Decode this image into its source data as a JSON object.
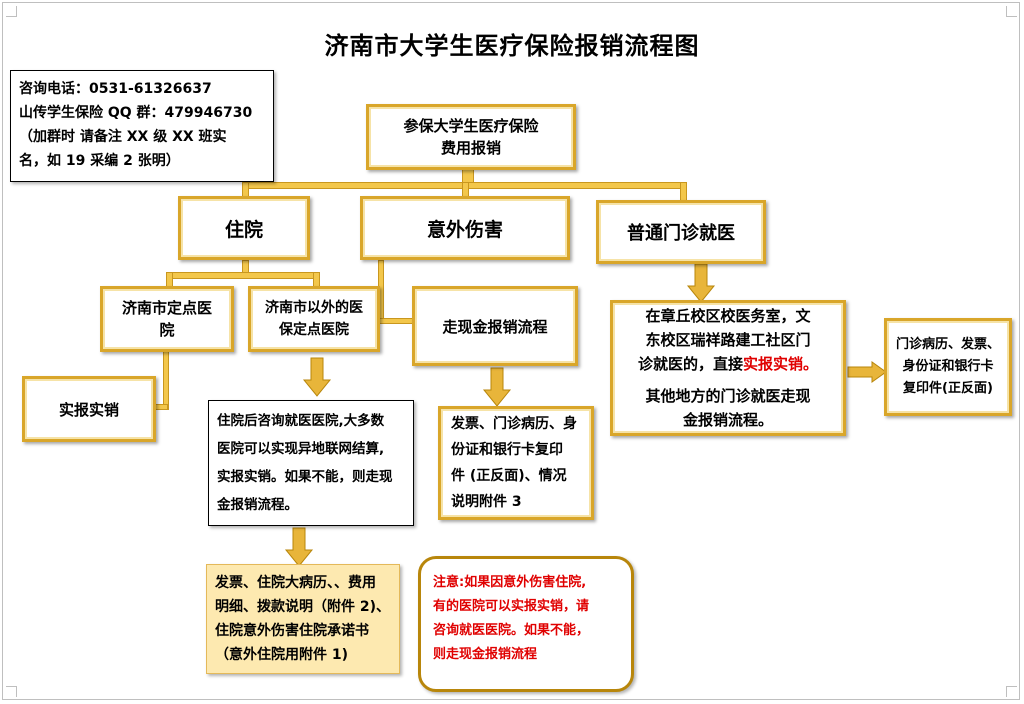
{
  "title": "济南市大学生医疗保险报销流程图",
  "contact": {
    "line1": "咨询电话：0531-61326637",
    "line2": "山传学生保险 QQ 群：479946730",
    "line3": "（加群时 请备注 XX 级 XX 班实",
    "line4": "名，如 19 采编 2 张明）"
  },
  "nodes": {
    "root_line1": "参保大学生医疗保险",
    "root_line2": "费用报销",
    "hospital": "住院",
    "accident": "意外伤害",
    "outpatient": "普通门诊就医",
    "jinan_line1": "济南市定点医",
    "jinan_line2": "院",
    "outside_line1": "济南市以外的医",
    "outside_line2": "保定点医院",
    "actual_reimburse": "实报实销",
    "cash_flow": "走现金报销流程",
    "campus_line1": "在章丘校区校医务室，文",
    "campus_line2": "东校区瑞祥路建工社区门",
    "campus_line3_a": "诊就医的，直接",
    "campus_line3_b": "实报实销。",
    "campus_line4": "其他地方的门诊就医走现",
    "campus_line5": "金报销流程。",
    "outpatient_docs_line1": "门诊病历、发票、",
    "outpatient_docs_line2": "身份证和银行卡",
    "outpatient_docs_line3": "复印件(正反面)",
    "consult_line1": "住院后咨询就医医院,大多数",
    "consult_line2": "医院可以实现异地联网结算,",
    "consult_line3": "实报实销。如果不能，则走现",
    "consult_line4": "金报销流程。",
    "accident_docs_line1": "发票、门诊病历、身",
    "accident_docs_line2": "份证和银行卡复印",
    "accident_docs_line3": "件 (正反面)、情况",
    "accident_docs_line4": "说明附件 3",
    "hospital_docs_line1": "发票、住院大病历、、费用",
    "hospital_docs_line2": "明细、拨款说明（附件 2)、",
    "hospital_docs_line3": "住院意外伤害住院承诺书",
    "hospital_docs_line4": "（意外住院用附件 1)",
    "note_line1": "注意:如果因意外伤害住院,",
    "note_line2": "有的医院可以实报实销，请",
    "note_line3": "咨询就医医院。如果不能，",
    "note_line4": "则走现金报销流程"
  },
  "colors": {
    "box_border": "#d9a62a",
    "connector": "#f3c74b",
    "arrow": "#e8b53a",
    "highlight_text": "#e00000",
    "beige_fill": "#fde9b0"
  }
}
